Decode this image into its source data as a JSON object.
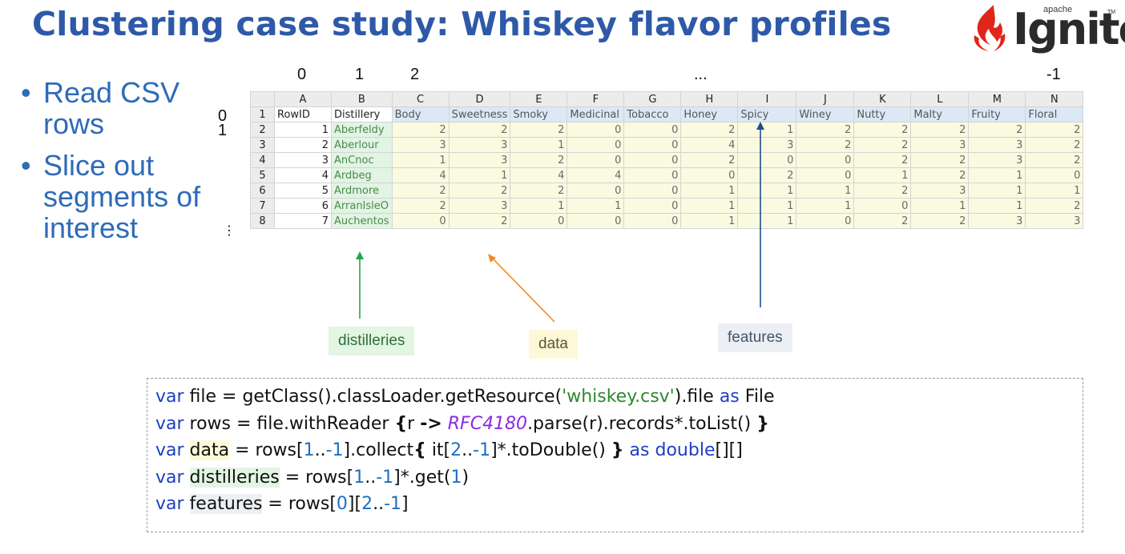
{
  "title": "Clustering case study: Whiskey flavor profiles",
  "logo": {
    "sup": "apache",
    "word": "Ignite",
    "tm": "TM"
  },
  "bullets": [
    "Read CSV rows",
    "Slice out segments of interest"
  ],
  "col_indices": [
    "0",
    "1",
    "2",
    "...",
    "-1"
  ],
  "row_indices": [
    "0",
    "1",
    "⋮"
  ],
  "spreadsheet": {
    "column_letters": [
      "A",
      "B",
      "C",
      "D",
      "E",
      "F",
      "G",
      "H",
      "I",
      "J",
      "K",
      "L",
      "M",
      "N"
    ],
    "row_numbers": [
      "1",
      "2",
      "3",
      "4",
      "5",
      "6",
      "7",
      "8"
    ],
    "header": [
      "RowID",
      "Distillery",
      "Body",
      "Sweetness",
      "Smoky",
      "Medicinal",
      "Tobacco",
      "Honey",
      "Spicy",
      "Winey",
      "Nutty",
      "Malty",
      "Fruity",
      "Floral"
    ],
    "rows": [
      [
        "1",
        "Aberfeldy",
        "2",
        "2",
        "2",
        "0",
        "0",
        "2",
        "1",
        "2",
        "2",
        "2",
        "2",
        "2"
      ],
      [
        "2",
        "Aberlour",
        "3",
        "3",
        "1",
        "0",
        "0",
        "4",
        "3",
        "2",
        "2",
        "3",
        "3",
        "2"
      ],
      [
        "3",
        "AnCnoc",
        "1",
        "3",
        "2",
        "0",
        "0",
        "2",
        "0",
        "0",
        "2",
        "2",
        "3",
        "2"
      ],
      [
        "4",
        "Ardbeg",
        "4",
        "1",
        "4",
        "4",
        "0",
        "0",
        "2",
        "0",
        "1",
        "2",
        "1",
        "0"
      ],
      [
        "5",
        "Ardmore",
        "2",
        "2",
        "2",
        "0",
        "0",
        "1",
        "1",
        "1",
        "2",
        "3",
        "1",
        "1"
      ],
      [
        "6",
        "ArranIsleO",
        "2",
        "3",
        "1",
        "1",
        "0",
        "1",
        "1",
        "1",
        "0",
        "1",
        "1",
        "2"
      ],
      [
        "7",
        "Auchentos",
        "0",
        "2",
        "0",
        "0",
        "0",
        "1",
        "1",
        "0",
        "2",
        "2",
        "3",
        "3"
      ]
    ]
  },
  "labels": {
    "distilleries": "distilleries",
    "data": "data",
    "features": "features"
  },
  "code": {
    "l1": {
      "var": "var",
      "a": " file = getClass().classLoader.getResource(",
      "str": "'whiskey.csv'",
      "b": ").file ",
      "as": "as",
      "c": " File"
    },
    "l2": {
      "var": "var",
      "a": " rows = file.withReader ",
      "b1": "{",
      "c": "r ",
      "arrow": "->",
      "sp": " ",
      "rfc": "RFC4180",
      "d": ".parse(r).records*.toList() ",
      "b2": "}"
    },
    "l3": {
      "var": "var",
      "sp": " ",
      "name": "data",
      "a": " = rows[",
      "n1": "1",
      "dd": "..",
      "n2": "-1",
      "b": "].collect",
      "b1": "{",
      "c": " it[",
      "n3": "2",
      "dd2": "..",
      "n4": "-1",
      "d": "]*.toDouble() ",
      "b2": "}",
      "sp2": " ",
      "as": "as",
      "sp3": " ",
      "dbl": "double",
      "e": "[][]"
    },
    "l4": {
      "var": "var",
      "sp": " ",
      "name": "distilleries",
      "a": " = rows[",
      "n1": "1",
      "dd": "..",
      "n2": "-1",
      "b": "]*.get(",
      "n3": "1",
      "c": ")"
    },
    "l5": {
      "var": "var",
      "sp": " ",
      "name": "features",
      "a": " = rows[",
      "n1": "0",
      "b": "][",
      "n2": "2",
      "dd": "..",
      "n3": "-1",
      "c": "]"
    }
  },
  "colors": {
    "title": "#2e59a8",
    "bullet": "#2e6bb8",
    "keyword": "#1d3fc4",
    "string": "#2a8a2a",
    "distilleries": "#e3f5e3",
    "data": "#fdf8d8",
    "features": "#ecf0f4",
    "logo_red": "#e0251b"
  },
  "icons": [
    "apache-ignite-flame-logo"
  ]
}
